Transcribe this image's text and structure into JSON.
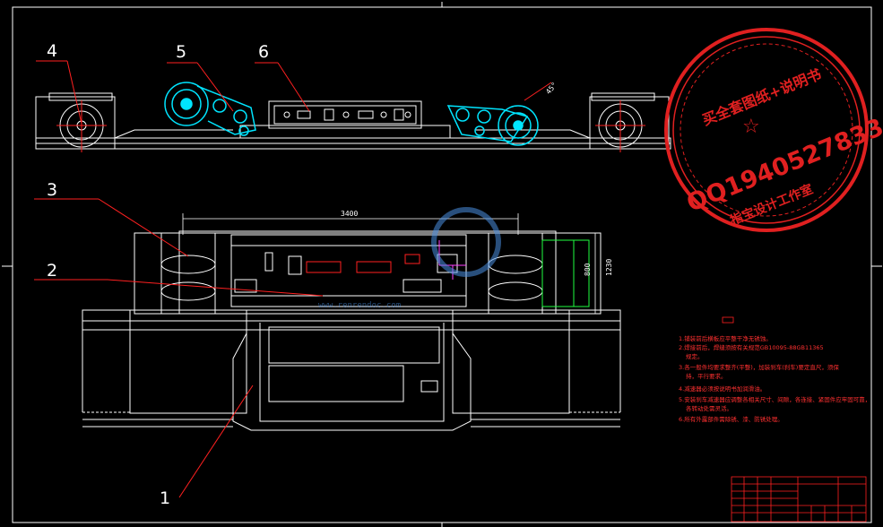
{
  "colors": {
    "background": "#000000",
    "lines": "#ffffff",
    "leader": "#ff2020",
    "cyan": "#00e5ff",
    "green": "#20ff40",
    "magenta": "#ff40ff",
    "stamp": "#e02020"
  },
  "callouts": [
    {
      "id": "1",
      "label": "1"
    },
    {
      "id": "2",
      "label": "2"
    },
    {
      "id": "3",
      "label": "3"
    },
    {
      "id": "4",
      "label": "4"
    },
    {
      "id": "5",
      "label": "5"
    },
    {
      "id": "6",
      "label": "6"
    }
  ],
  "dimensions": {
    "overall_width": "3400",
    "height_800": "800",
    "height_right": "1230",
    "angle_label": "45°"
  },
  "notes": [
    "1.铺装前后横板应平整干净无锈蚀。",
    "2.焊接前后，焊缝须按有关规范GB10095-88GB11365",
    "规定。",
    "3.各一般件均要求整齐(平整)，加装刹车(刹车)要定直尺，须保",
    "持，平行要求。",
    "4.减速器必须按说明书加润滑油。",
    "5.安装刹车减速器应调整各相关尺寸、间隙，各连接、紧固件应牢固可靠，",
    "各转动处需灵活。",
    "6.所有外露部件需除锈、漆、防锈处理。"
  ],
  "stamp": {
    "top_text": "买全套图纸+说明书",
    "qq": "QQ1940527833",
    "bottom_text": "指宝设计工作室"
  },
  "watermark": {
    "text": "www.renrendoc.com"
  }
}
